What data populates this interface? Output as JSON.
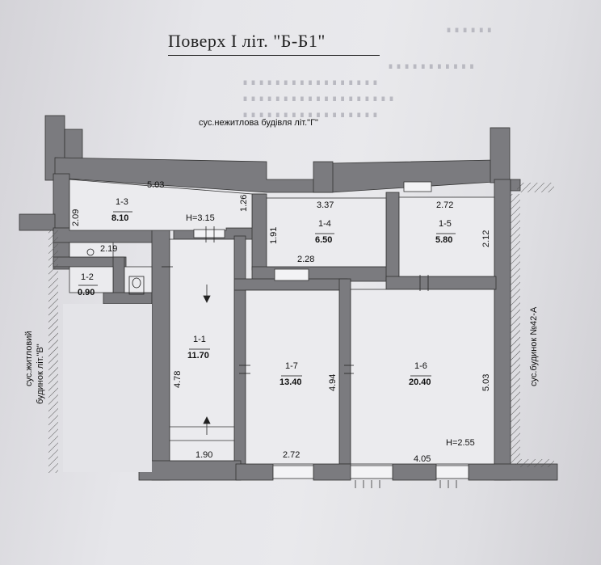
{
  "title": "Поверх І літ. \"Б-Б1\"",
  "neighbors": {
    "top": "сус.нежитлова будівля літ.\"Г\"",
    "left_line1": "сус.житловий",
    "left_line2": "будинок літ.\"В\"",
    "right": "сус.будинок №42-А"
  },
  "rooms": [
    {
      "id": "1-3",
      "area": "8.10"
    },
    {
      "id": "1-2",
      "area": "0.90"
    },
    {
      "id": "1-4",
      "area": "6.50"
    },
    {
      "id": "1-5",
      "area": "5.80"
    },
    {
      "id": "1-1",
      "area": "11.70"
    },
    {
      "id": "1-7",
      "area": "13.40"
    },
    {
      "id": "1-6",
      "area": "20.40"
    }
  ],
  "dimensions": {
    "d503_top": "5.03",
    "d209": "2.09",
    "d219": "2.19",
    "d126": "1.26",
    "h315": "H=3.15",
    "d337": "3.37",
    "d191": "1.91",
    "d228": "2.28",
    "d272_top": "2.72",
    "d212": "2.12",
    "d478": "4.78",
    "d494": "4.94",
    "d503_right": "5.03",
    "d190": "1.90",
    "d272_bottom": "2.72",
    "d405": "4.05",
    "h255": "H=2.55"
  }
}
